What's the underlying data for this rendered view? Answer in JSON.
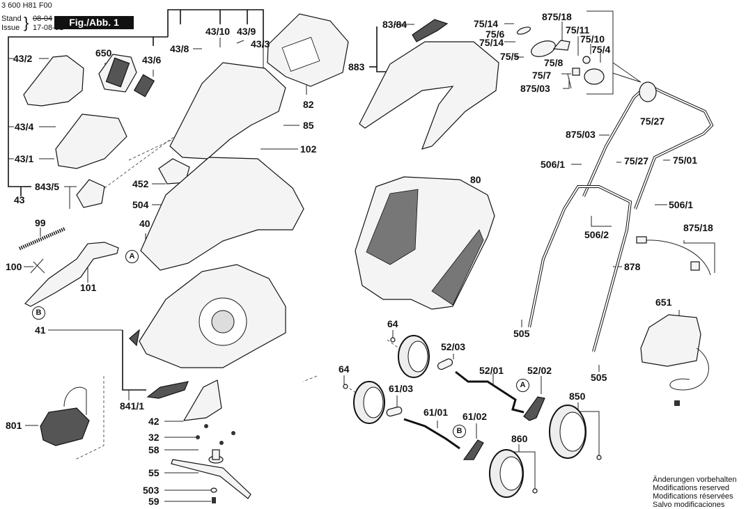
{
  "header": {
    "doc_number": "3 600 H81 F00",
    "stand_label": "Stand",
    "issue_label": "Issue",
    "old_date": "08-04",
    "new_date": "17-08-31",
    "figure_label": "Fig./Abb. 1"
  },
  "labels": {
    "p43_2": "43/2",
    "p650": "650",
    "p43_6": "43/6",
    "p43_8": "43/8",
    "p43_10": "43/10",
    "p43_9": "43/9",
    "p43_3": "43/3",
    "p43_4": "43/4",
    "p43_1": "43/1",
    "p843_5": "843/5",
    "p43": "43",
    "p82": "82",
    "p85": "85",
    "p102": "102",
    "p452": "452",
    "p504": "504",
    "p40": "40",
    "p99": "99",
    "p100": "100",
    "p101": "101",
    "p41": "41",
    "p841_1": "841/1",
    "p801": "801",
    "p42": "42",
    "p32": "32",
    "p58": "58",
    "p55": "55",
    "p503": "503",
    "p59": "59",
    "p83_84": "83/84",
    "p883": "883",
    "p75_14a": "75/14",
    "p75_6": "75/6",
    "p75_14b": "75/14",
    "p75_5": "75/5",
    "p875_18a": "875/18",
    "p75_11": "75/11",
    "p75_10": "75/10",
    "p75_4": "75/4",
    "p75_8": "75/8",
    "p75_7": "75/7",
    "p875_03a": "875/03",
    "p875_03b": "875/03",
    "p75_27a": "75/27",
    "p75_27b": "75/27",
    "p75_01": "75/01",
    "p506_1a": "506/1",
    "p506_1b": "506/1",
    "p506_2": "506/2",
    "p875_18b": "875/18",
    "p878": "878",
    "p80": "80",
    "p651": "651",
    "p505a": "505",
    "p505b": "505",
    "p64a": "64",
    "p64b": "64",
    "p52_03": "52/03",
    "p52_01": "52/01",
    "p52_02": "52/02",
    "p61_03": "61/03",
    "p61_01": "61/01",
    "p61_02": "61/02",
    "p850": "850",
    "p860": "860"
  },
  "markers": {
    "a": "A",
    "b": "B"
  },
  "notes": [
    "Änderungen vorbehalten",
    "Modifications reserved",
    "Modifications réservées",
    "Salvo modificaciones"
  ]
}
